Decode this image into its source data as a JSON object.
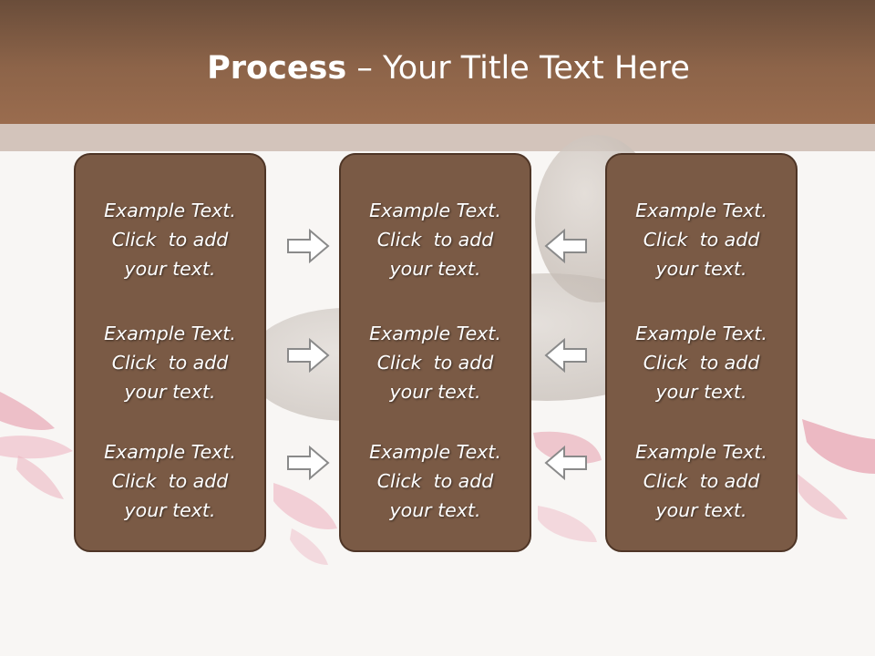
{
  "title": {
    "bold": "Process",
    "rest": " – Your Title Text Here"
  },
  "colors": {
    "header": "#8d6449",
    "subbar": "#d3c4bb",
    "box_fill": "#7a5a45",
    "box_border": "#4e3526",
    "background": "#f8f6f4"
  },
  "columns": [
    {
      "items": [
        {
          "line1": "Example Text.",
          "line2": "Click  to add",
          "line3": "your text."
        },
        {
          "line1": "Example Text.",
          "line2": "Click  to add",
          "line3": "your text."
        },
        {
          "line1": "Example Text.",
          "line2": "Click  to add",
          "line3": "your text."
        }
      ]
    },
    {
      "items": [
        {
          "line1": "Example Text.",
          "line2": "Click  to add",
          "line3": "your text."
        },
        {
          "line1": "Example Text.",
          "line2": "Click  to add",
          "line3": "your text."
        },
        {
          "line1": "Example Text.",
          "line2": "Click  to add",
          "line3": "your text."
        }
      ]
    },
    {
      "items": [
        {
          "line1": "Example Text.",
          "line2": "Click  to add",
          "line3": "your text."
        },
        {
          "line1": "Example Text.",
          "line2": "Click  to add",
          "line3": "your text."
        },
        {
          "line1": "Example Text.",
          "line2": "Click  to add",
          "line3": "your text."
        }
      ]
    }
  ],
  "icons": {
    "left_arrows": "arrow-right-icon",
    "right_arrows": "arrow-left-icon"
  }
}
